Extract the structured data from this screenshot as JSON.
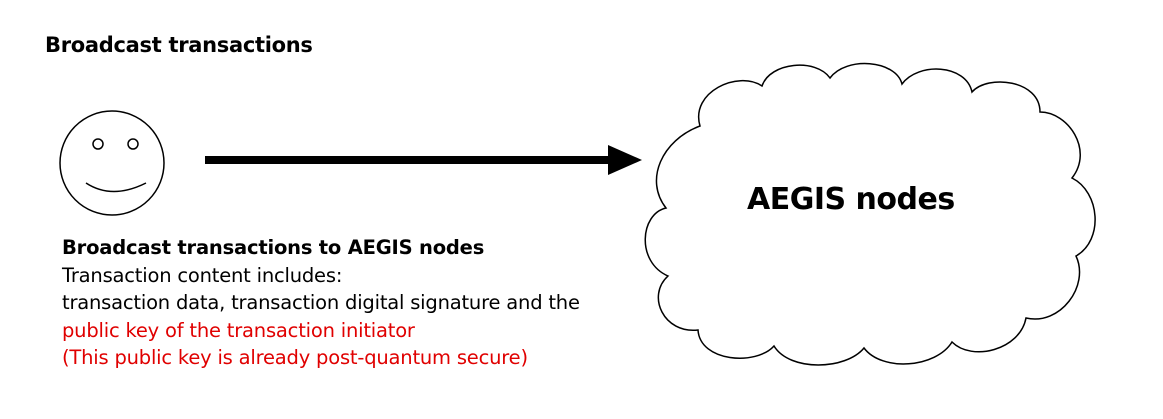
{
  "title": "Broadcast transactions",
  "cloud": {
    "label": "AEGIS nodes"
  },
  "description": {
    "heading": "Broadcast transactions to AEGIS nodes",
    "line1": "Transaction content includes:",
    "line2": "transaction data, transaction digital signature and the",
    "line3": "public key of the transaction initiator",
    "line4": "(This public key is already post-quantum secure)"
  },
  "colors": {
    "highlight": "#e00000",
    "text": "#000000"
  },
  "icons": {
    "user": "smiley-face-icon",
    "arrow": "arrow-right-icon",
    "network": "cloud-icon"
  }
}
